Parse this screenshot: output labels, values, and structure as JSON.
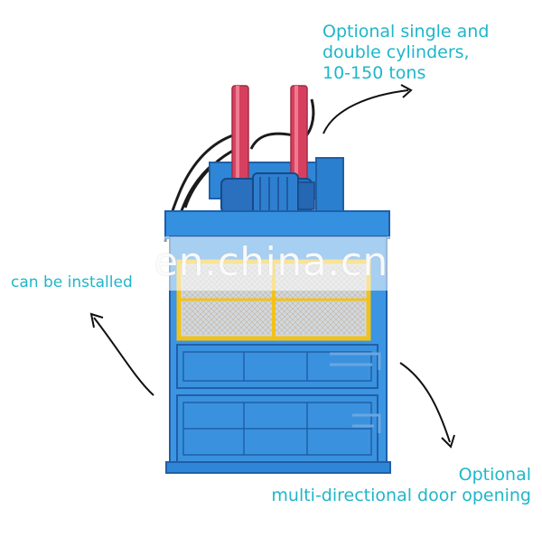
{
  "captions": {
    "top": [
      "Optional single and",
      "double cylinders,",
      "10-150 tons"
    ],
    "left": "can be installed",
    "bottom": [
      "Optional",
      "multi-directional door opening"
    ]
  },
  "watermark": "en.china.cn",
  "colors": {
    "caption": "#1fb6c9",
    "machine_blue": "#2f86d6",
    "machine_dark_blue": "#1f5fa8",
    "cylinder_red": "#d6405e",
    "guard_yellow": "#f2c21a",
    "arrow": "#111111"
  }
}
